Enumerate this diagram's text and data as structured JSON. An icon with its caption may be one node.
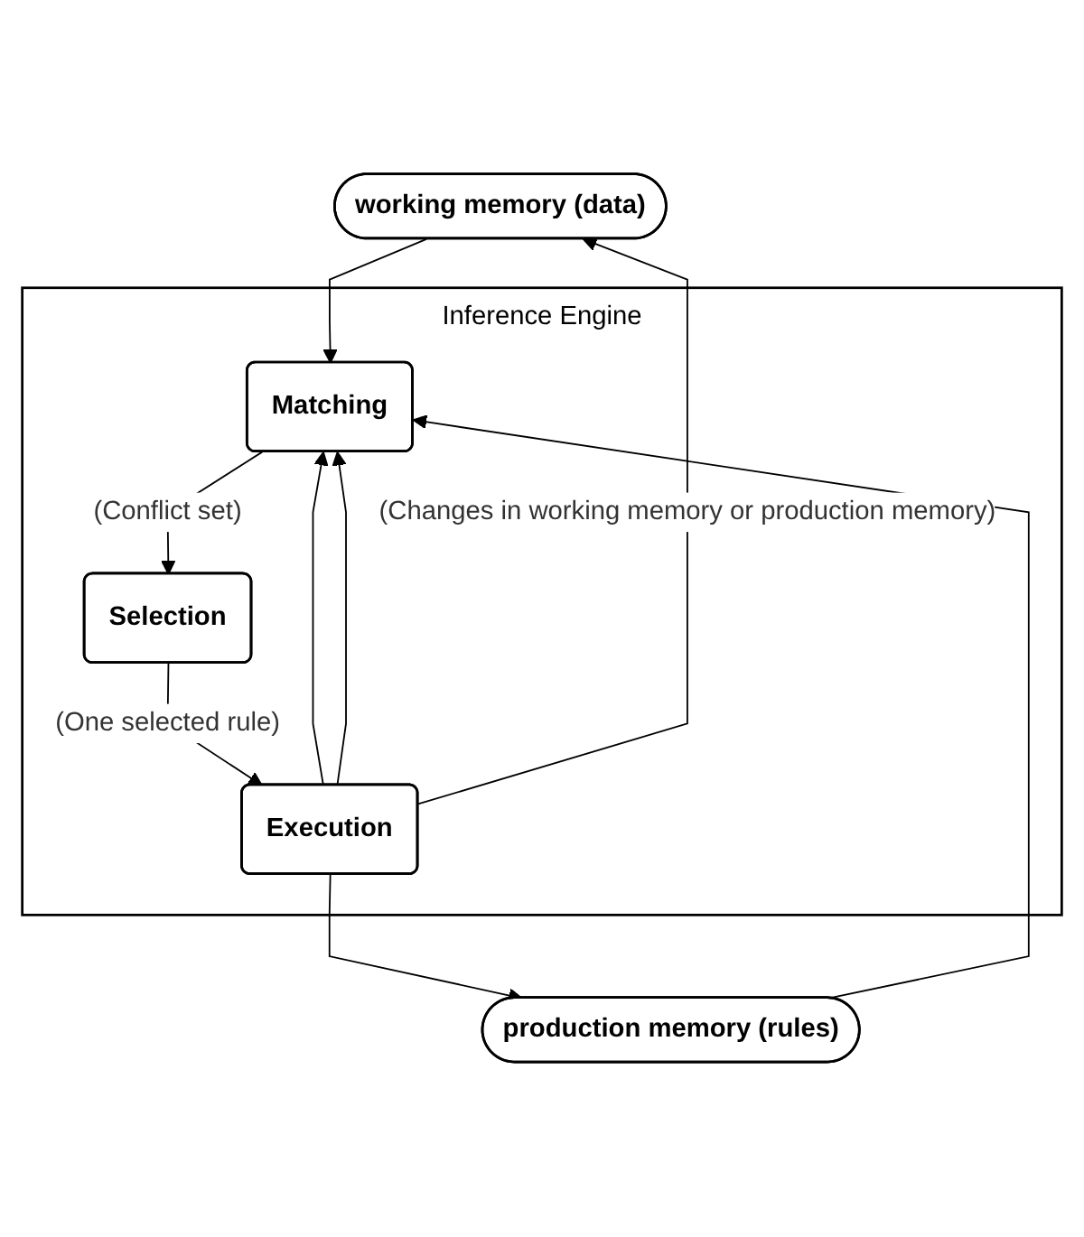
{
  "diagram": {
    "nodes": [
      {
        "text": [
          "working memory (data)"
        ]
      },
      {
        "text": [
          "production memory (rules)"
        ]
      },
      {
        "text": [
          "Inference Engine"
        ]
      },
      {
        "text": [
          "Matching"
        ],
        "in": 2
      },
      {
        "text": [
          "Selection"
        ],
        "in": 2
      },
      {
        "text": [
          "Execution"
        ],
        "in": 2
      }
    ],
    "edges": [
      {
        "from": 0,
        "to": 3,
        "arrow": "to"
      },
      {
        "from": 1,
        "to": 3,
        "arrow": "to"
      },
      {
        "from": 3,
        "to": 4,
        "label": "(Conflict set)",
        "arrow": "to"
      },
      {
        "from": 4,
        "to": 5,
        "label": "(One selected rule)",
        "arrow": "to"
      },
      {
        "from": 5,
        "to": 3,
        "arrow": "to"
      },
      {
        "from": 5,
        "to": 3,
        "arrow": "to"
      },
      {
        "from": 5,
        "to": 0,
        "label": "(Changes in working memory or production memory)",
        "arrow": "to"
      },
      {
        "from": 5,
        "to": 1,
        "arrow": "to"
      }
    ]
  }
}
